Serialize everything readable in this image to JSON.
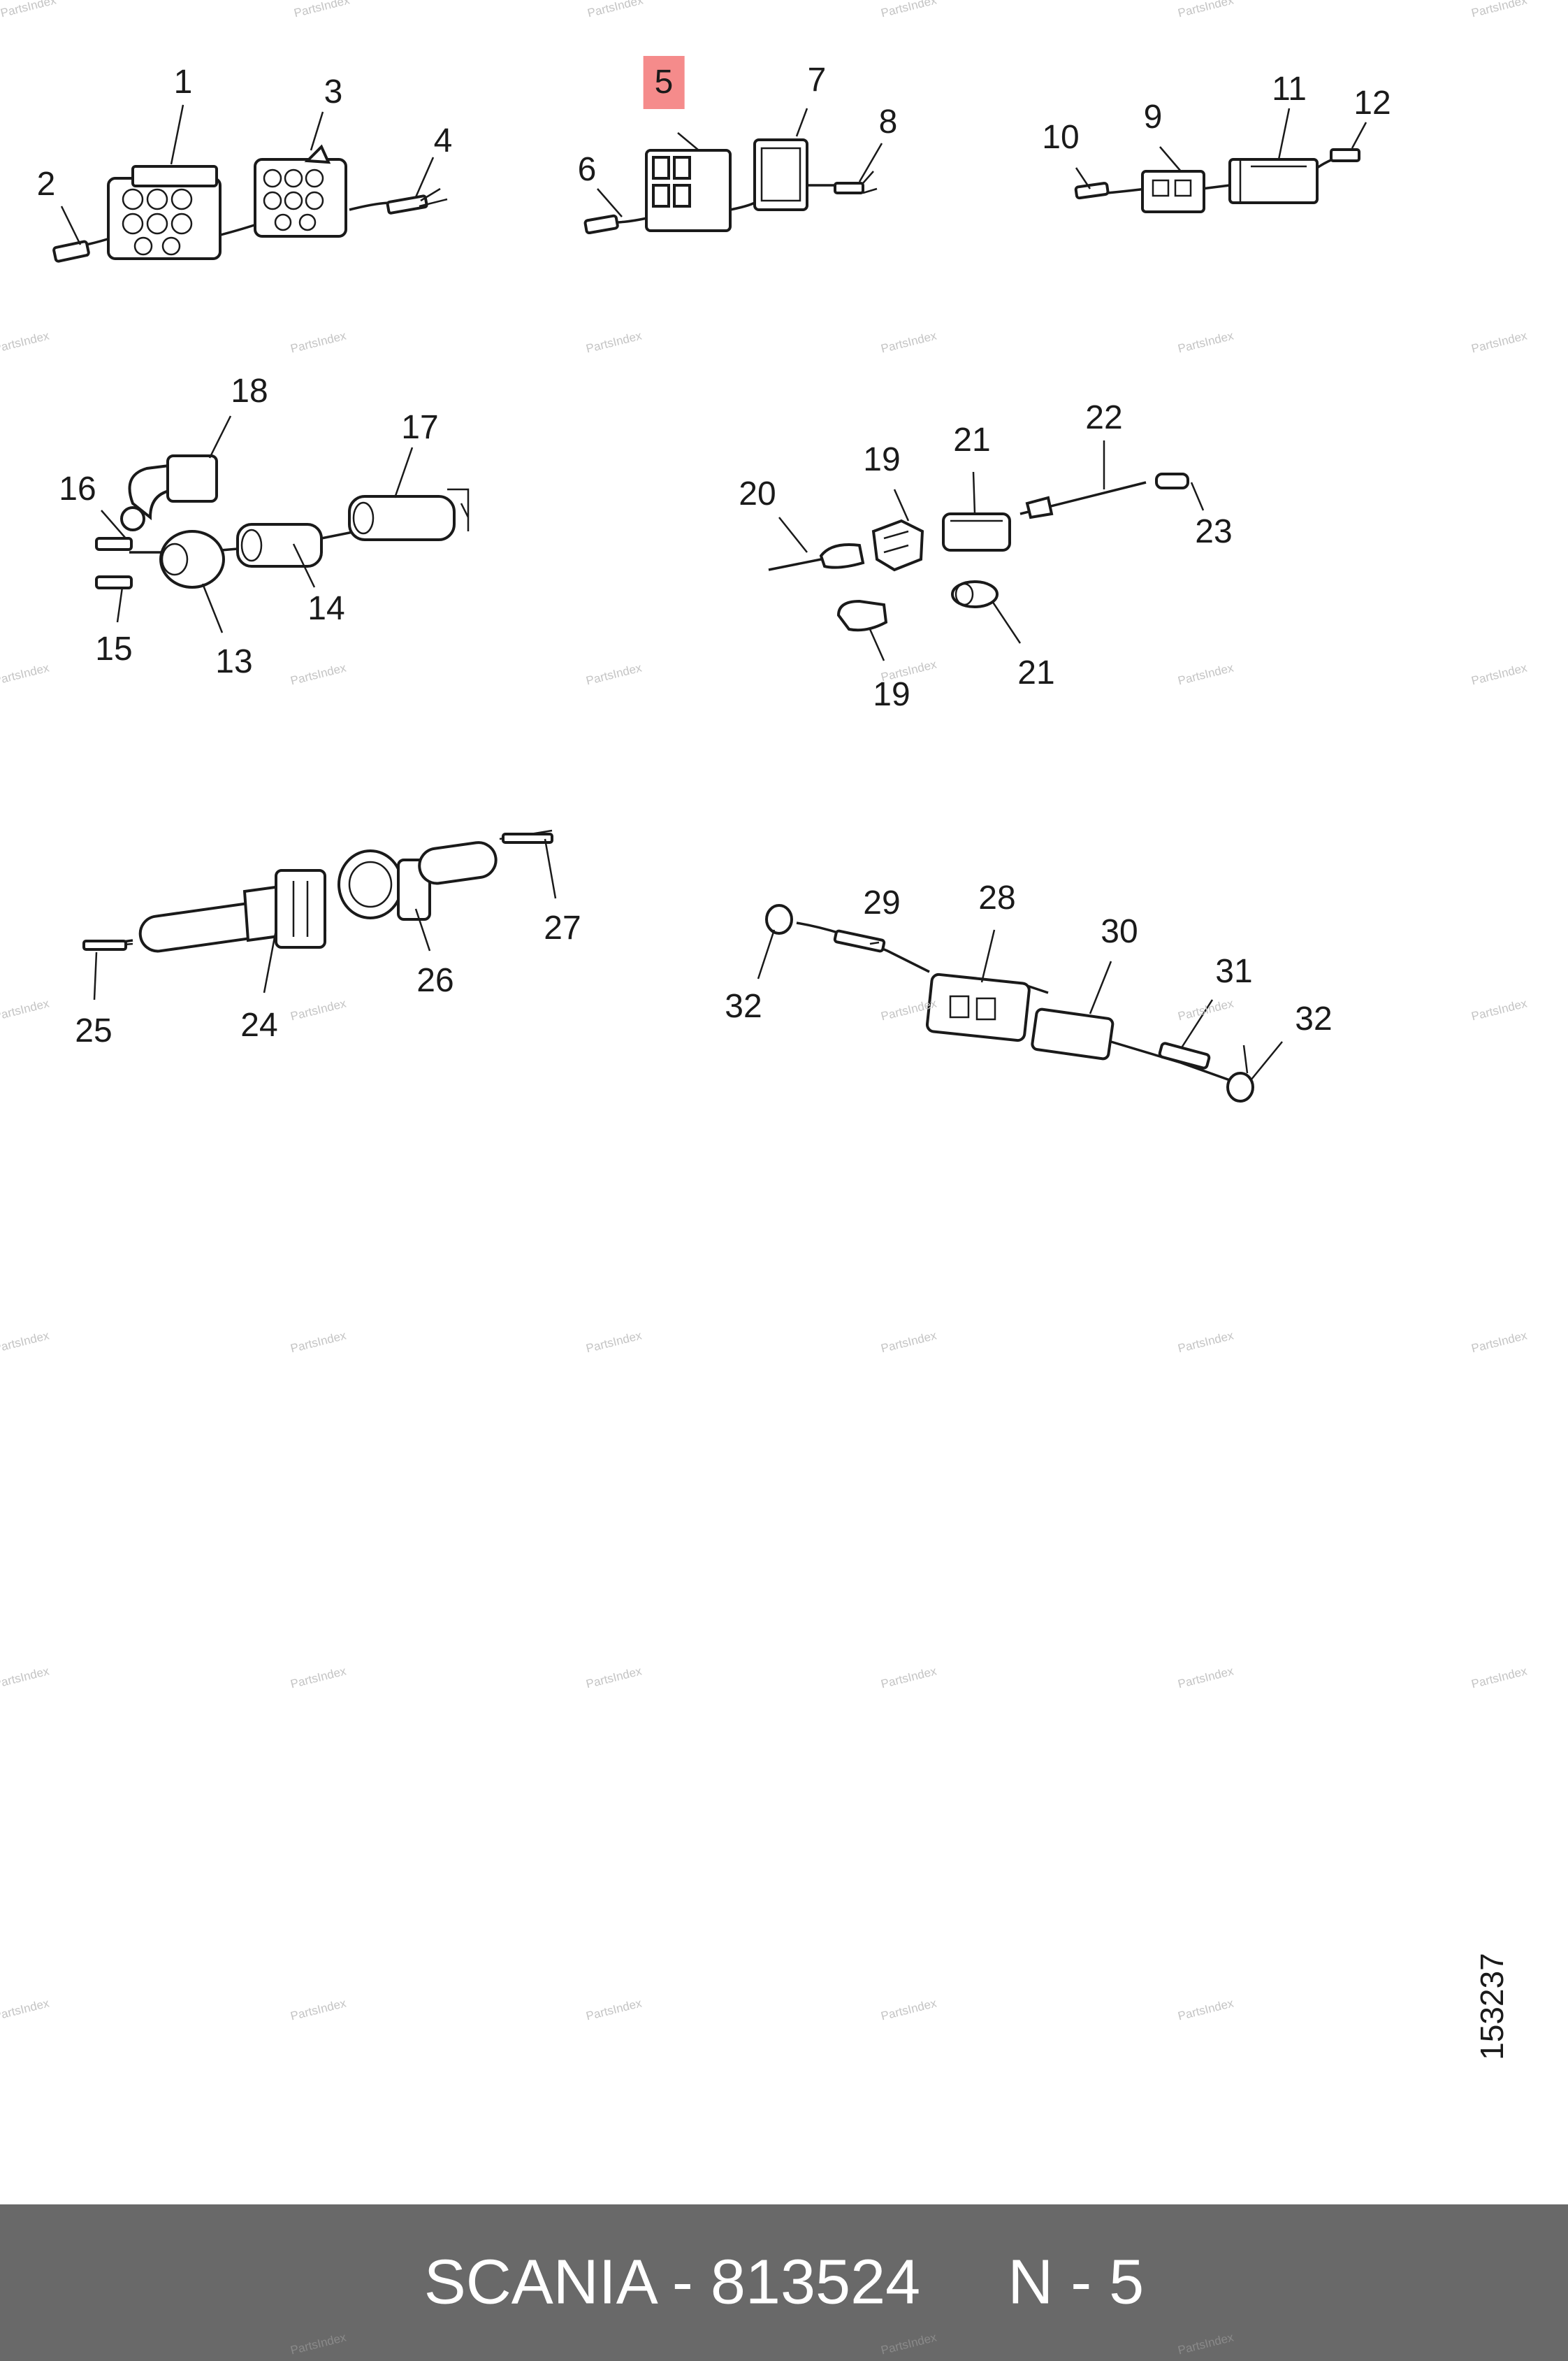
{
  "watermark": "PartsIndex",
  "highlight_color": "#f58b8b",
  "footer": {
    "text": "SCANIA - 813524     N - 5",
    "background": "#696969"
  },
  "reference_number": "153237",
  "callouts": [
    {
      "label": "1"
    },
    {
      "label": "2"
    },
    {
      "label": "3"
    },
    {
      "label": "4"
    },
    {
      "label": "5",
      "highlighted": true
    },
    {
      "label": "6"
    },
    {
      "label": "7"
    },
    {
      "label": "8"
    },
    {
      "label": "9"
    },
    {
      "label": "10"
    },
    {
      "label": "11"
    },
    {
      "label": "12"
    },
    {
      "label": "18"
    },
    {
      "label": "17"
    },
    {
      "label": "16"
    },
    {
      "label": "15"
    },
    {
      "label": "13"
    },
    {
      "label": "14"
    },
    {
      "label": "19"
    },
    {
      "label": "21"
    },
    {
      "label": "22"
    },
    {
      "label": "20"
    },
    {
      "label": "23"
    },
    {
      "label": "19"
    },
    {
      "label": "21"
    },
    {
      "label": "27"
    },
    {
      "label": "26"
    },
    {
      "label": "24"
    },
    {
      "label": "25"
    },
    {
      "label": "29"
    },
    {
      "label": "28"
    },
    {
      "label": "30"
    },
    {
      "label": "31"
    },
    {
      "label": "32"
    },
    {
      "label": "32"
    }
  ]
}
